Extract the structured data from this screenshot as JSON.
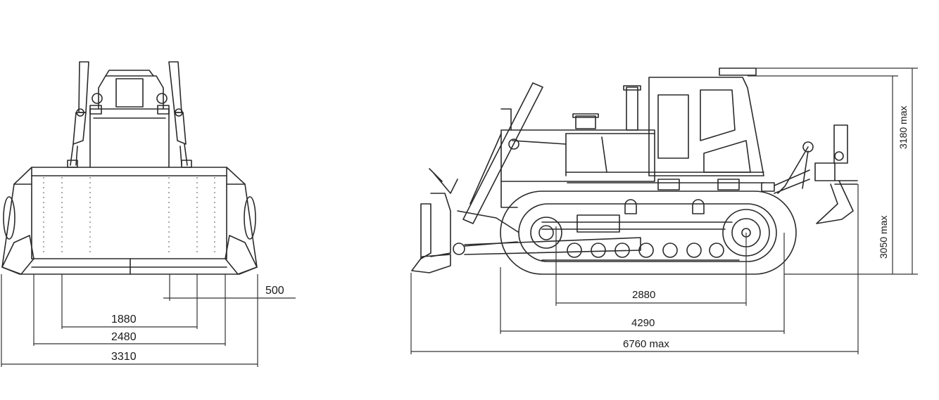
{
  "front_view": {
    "dims": {
      "d1880": "1880",
      "d2480": "2480",
      "d3310": "3310",
      "d500": "500"
    }
  },
  "side_view": {
    "dims": {
      "d2880": "2880",
      "d4290": "4290",
      "d6760": "6760 max",
      "d3180": "3180 max",
      "d3050": "3050 max"
    }
  }
}
